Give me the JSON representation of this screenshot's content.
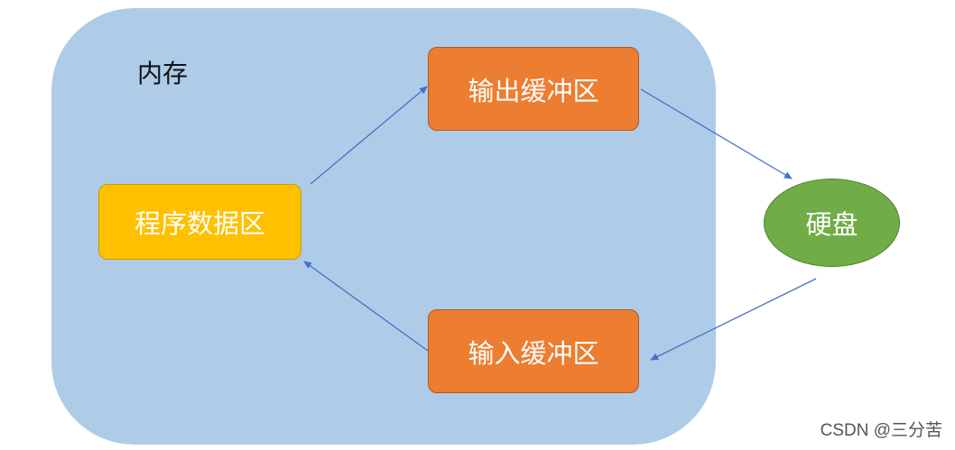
{
  "diagram": {
    "memory": {
      "label": "内存",
      "fill": "#aecce8"
    },
    "nodes": {
      "program_data": {
        "label": "程序数据区",
        "fill": "#ffc000",
        "border": "#c79a00"
      },
      "output_buffer": {
        "label": "输出缓冲区",
        "fill": "#ed7d31",
        "border": "#ae5a21"
      },
      "input_buffer": {
        "label": "输入缓冲区",
        "fill": "#ed7d31",
        "border": "#ae5a21"
      },
      "disk": {
        "label": "硬盘",
        "fill": "#70ad47",
        "border": "#507e32"
      }
    },
    "edges": [
      {
        "from": "程序数据区",
        "to": "输出缓冲区"
      },
      {
        "from": "输出缓冲区",
        "to": "硬盘"
      },
      {
        "from": "硬盘",
        "to": "输入缓冲区"
      },
      {
        "from": "输入缓冲区",
        "to": "程序数据区"
      }
    ],
    "arrow_color": "#4472c4"
  },
  "watermark": "CSDN @三分苦"
}
